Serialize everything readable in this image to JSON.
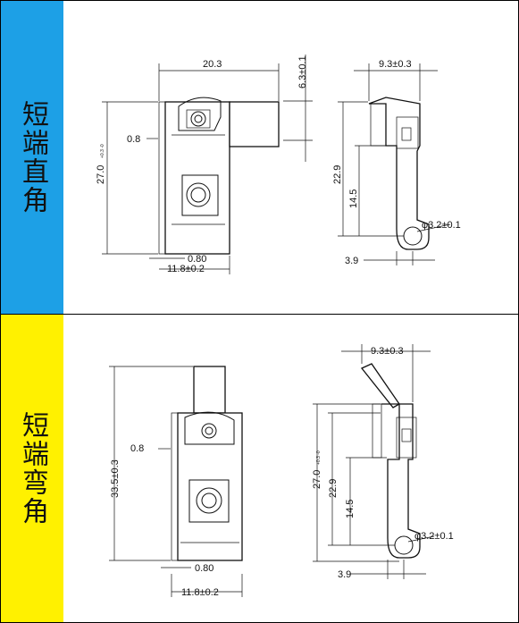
{
  "top_panel": {
    "label": "短端直角",
    "accent_color": "#1da0e6",
    "front": {
      "width": "20.3",
      "height": "27.0",
      "height_tol": "+0.3 -0",
      "offset": "0.8",
      "plate": "0.80",
      "depth": "11.8±0.2"
    },
    "side": {
      "top": "9.3±0.3",
      "tab": "6.3±0.1",
      "h1": "22.9",
      "h2": "14.5",
      "hole": "φ3.2±0.1",
      "base": "3.9"
    }
  },
  "bottom_panel": {
    "label": "短端弯角",
    "accent_color": "#fff100",
    "front": {
      "height": "33.5±0.3",
      "offset": "0.8",
      "plate": "0.80",
      "depth": "11.8±0.2"
    },
    "side": {
      "top": "9.3±0.3",
      "h0": "27.0",
      "h0_tol": "+0.3 -0",
      "h1": "22.9",
      "h2": "14.5",
      "hole": "φ3.2±0.1",
      "base": "3.9"
    }
  }
}
